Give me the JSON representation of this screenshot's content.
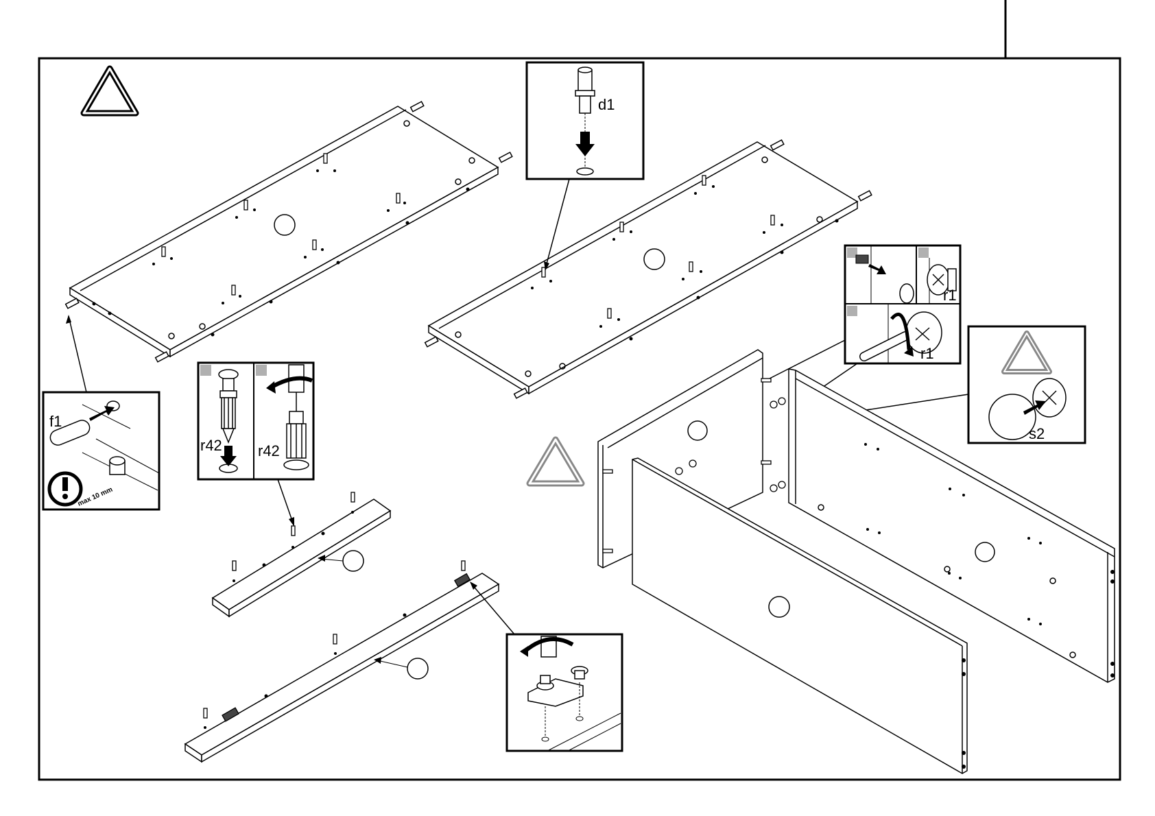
{
  "labels": {
    "f1": "f1",
    "d1": "d1",
    "r42_a": "r42",
    "r42_b": "r42",
    "r1_a": "r1",
    "r1_b": "r1",
    "s2": "s2",
    "max_note": "max 10 mm"
  },
  "colors": {
    "line": "#000000",
    "warning_gray": "#888888",
    "tab_gray": "#b0b0b0",
    "background": "#ffffff"
  },
  "icons": [
    "warning-triangle-icon",
    "exclamation-circle-icon",
    "arrow-icon",
    "screwdriver-icon",
    "rotate-arrow-icon"
  ]
}
